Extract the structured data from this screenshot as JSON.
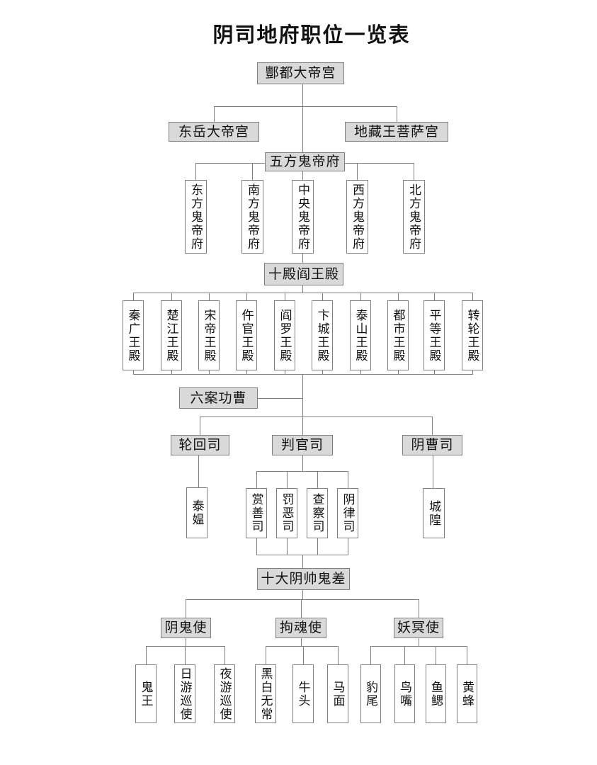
{
  "title": "阴司地府职位一览表",
  "colors": {
    "background": "#ffffff",
    "node_fill": "#d9d9d9",
    "node_border": "#7f7f7f",
    "connector": "#7f7f7f",
    "text": "#111111"
  },
  "org": {
    "root": "酆都大帝宫",
    "level2": [
      "东岳大帝宫",
      "地藏王菩萨宫"
    ],
    "ghost_bureau": "五方鬼帝府",
    "ghost_courts": [
      "东方鬼帝府",
      "南方鬼帝府",
      "中央鬼帝府",
      "西方鬼帝府",
      "北方鬼帝府"
    ],
    "ten_palace_hall": "十殿阎王殿",
    "palaces": [
      "秦广王殿",
      "楚江王殿",
      "宋帝王殿",
      "仵官王殿",
      "阎罗王殿",
      "卞城王殿",
      "泰山王殿",
      "都市王殿",
      "平等王殿",
      "转轮王殿"
    ],
    "six_case_office": "六案功曹",
    "departments": [
      "轮回司",
      "判官司",
      "阴曹司"
    ],
    "tai_ao": "泰媪",
    "judge_offices": [
      "赏善司",
      "罚恶司",
      "查察司",
      "阴律司"
    ],
    "cheng_huang": "城隍",
    "ten_marshals": "十大阴帅鬼差",
    "envoys": [
      "阴鬼使",
      "拘魂使",
      "妖冥使"
    ],
    "yin_ghost_members": [
      "鬼王",
      "日游巡使",
      "夜游巡使"
    ],
    "soul_catcher_members": [
      "黑白无常",
      "牛头",
      "马面"
    ],
    "yao_ming_members": [
      "豹尾",
      "鸟嘴",
      "鱼鳃",
      "黄蜂"
    ]
  }
}
